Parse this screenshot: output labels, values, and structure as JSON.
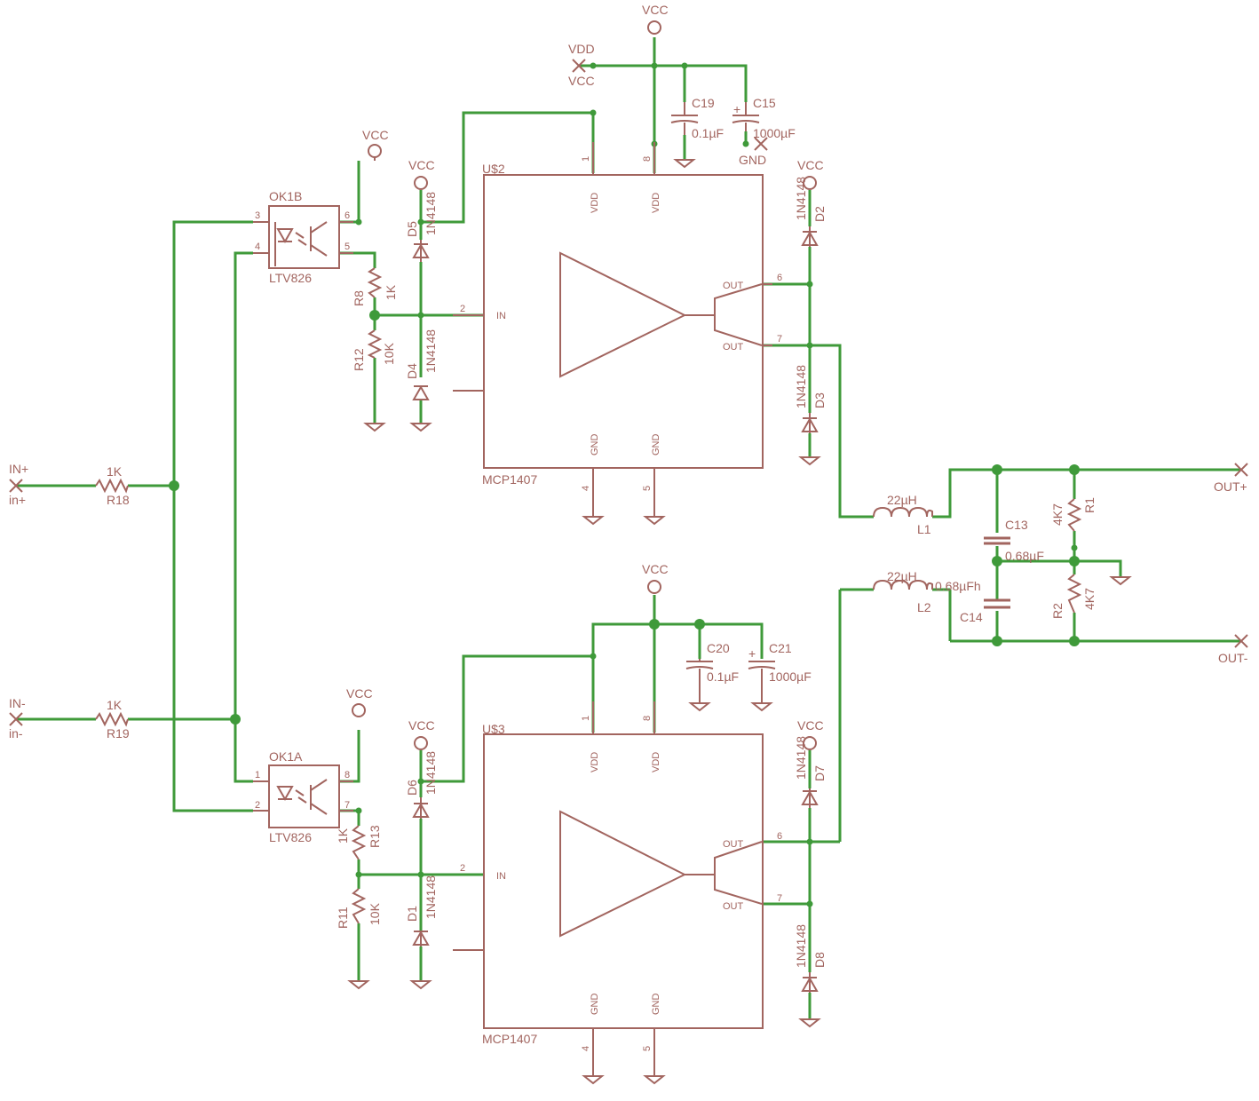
{
  "colors": {
    "wire": "#3f9a3a",
    "symbol": "#a2655f",
    "background": "#ffffff"
  },
  "labels": {
    "vcc": "VCC",
    "vdd": "VDD",
    "gnd": "GND",
    "in_pos": "IN+",
    "in_pos_net": "in+",
    "in_neg": "IN-",
    "in_neg_net": "in-",
    "out_pos": "OUT+",
    "out_neg": "OUT-"
  },
  "u2": {
    "name": "U$2",
    "value": "MCP1407",
    "pin_vdd": "VDD",
    "pin_in": "IN",
    "pin_out": "OUT",
    "pin_gnd": "GND",
    "p1": "1",
    "p8": "8",
    "p2": "2",
    "p6": "6",
    "p7": "7",
    "p4": "4",
    "p5": "5"
  },
  "u3": {
    "name": "U$3",
    "value": "MCP1407",
    "pin_vdd": "VDD",
    "pin_in": "IN",
    "pin_out": "OUT",
    "pin_gnd": "GND",
    "p1": "1",
    "p8": "8",
    "p2": "2",
    "p6": "6",
    "p7": "7",
    "p4": "4",
    "p5": "5"
  },
  "ok1b": {
    "name": "OK1B",
    "value": "LTV826",
    "p3": "3",
    "p4": "4",
    "p5": "5",
    "p6": "6"
  },
  "ok1a": {
    "name": "OK1A",
    "value": "LTV826",
    "p1": "1",
    "p2": "2",
    "p7": "7",
    "p8": "8"
  },
  "r18": {
    "name": "R18",
    "value": "1K"
  },
  "r19": {
    "name": "R19",
    "value": "1K"
  },
  "r8": {
    "name": "R8",
    "value": "1K"
  },
  "r12": {
    "name": "R12",
    "value": "10K"
  },
  "r13": {
    "name": "R13",
    "value": "1K"
  },
  "r11": {
    "name": "R11",
    "value": "10K"
  },
  "r1": {
    "name": "R1",
    "value": "4K7"
  },
  "r2": {
    "name": "R2",
    "value": "4K7"
  },
  "d5": {
    "name": "D5",
    "value": "1N4148"
  },
  "d4": {
    "name": "D4",
    "value": "1N4148"
  },
  "d2": {
    "name": "D2",
    "value": "1N4148"
  },
  "d3": {
    "name": "D3",
    "value": "1N4148"
  },
  "d6": {
    "name": "D6",
    "value": "1N4148"
  },
  "d1": {
    "name": "D1",
    "value": "1N4148"
  },
  "d7": {
    "name": "D7",
    "value": "1N4148"
  },
  "d8": {
    "name": "D8",
    "value": "1N4148"
  },
  "c19": {
    "name": "C19",
    "value": "0.1µF"
  },
  "c15": {
    "name": "C15",
    "value": "1000µF",
    "plus": "+"
  },
  "c20": {
    "name": "C20",
    "value": "0.1µF"
  },
  "c21": {
    "name": "C21",
    "value": "1000µF",
    "plus": "+"
  },
  "c13": {
    "name": "C13",
    "value": "0.68µF"
  },
  "c14": {
    "name": "C14",
    "value": "0.68µFh"
  },
  "l1": {
    "name": "L1",
    "value": "22µH"
  },
  "l2": {
    "name": "L2",
    "value": "22µH"
  }
}
